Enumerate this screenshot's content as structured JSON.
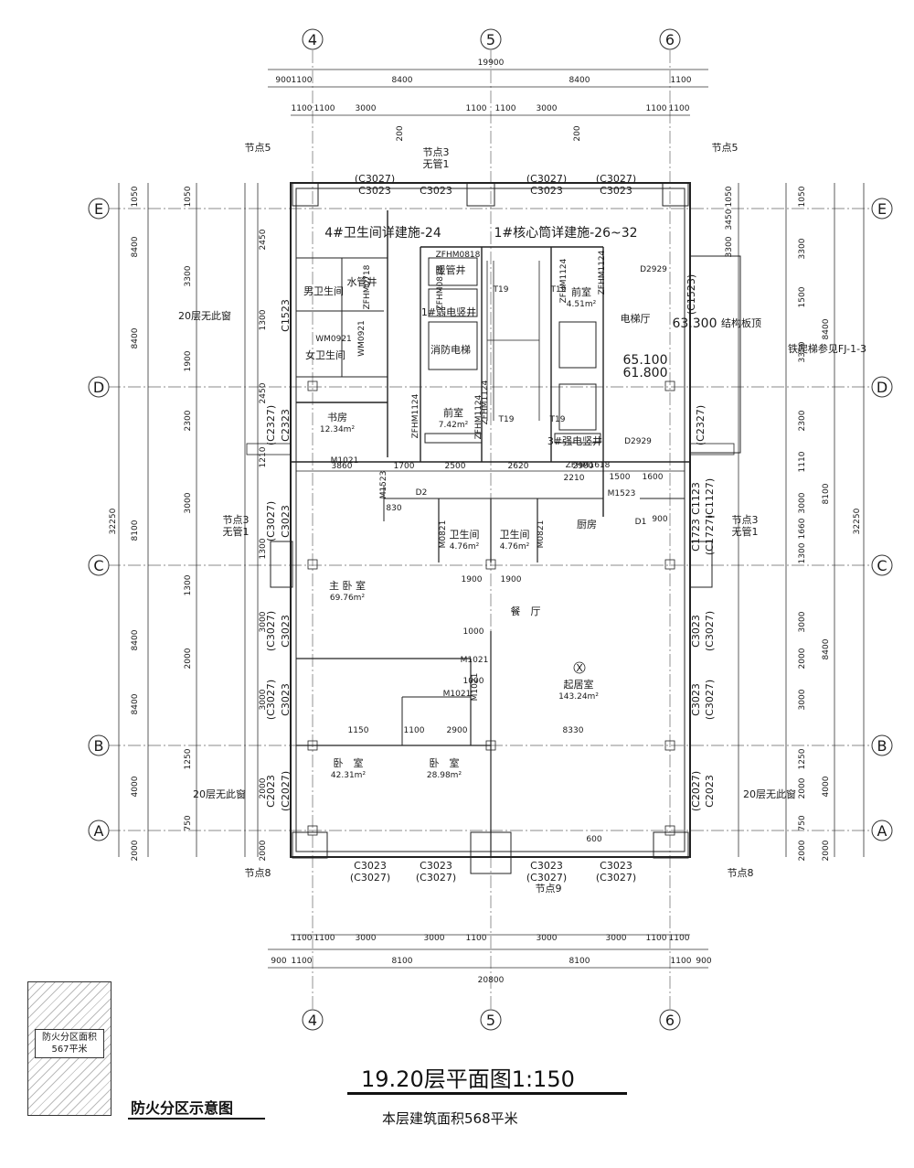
{
  "grid": {
    "cols": [
      "4",
      "5",
      "6"
    ],
    "rows": [
      "E",
      "D",
      "C",
      "B",
      "A"
    ]
  },
  "dims": {
    "top_total": "19900",
    "top_row1": [
      "900",
      "1100",
      "8400",
      "8400",
      "1100"
    ],
    "top_row2": [
      "1100",
      "1100",
      "3000",
      "1100",
      "1100",
      "3000",
      "1100",
      "1100"
    ],
    "top_small": [
      "200",
      "200"
    ],
    "bottom_total": "20800",
    "bottom_row1": [
      "900",
      "1100",
      "8100",
      "8100",
      "1100",
      "900"
    ],
    "bottom_row2": [
      "1100",
      "1100",
      "3000",
      "3000",
      "1100",
      "3000",
      "3000",
      "1100",
      "1100"
    ],
    "left_outer": [
      "1050",
      "8400",
      "8400",
      "8100",
      "8400",
      "8400",
      "4000",
      "2000"
    ],
    "left_total": "32250",
    "left_inner": [
      "1050",
      "2450",
      "3300",
      "1300",
      "1900",
      "2450",
      "2300",
      "1210",
      "3000",
      "1300",
      "1300",
      "3000",
      "2000",
      "3000",
      "1250",
      "2000",
      "750",
      "2000"
    ],
    "right_outer": [
      "1050",
      "3450",
      "3300",
      "8400",
      "8100",
      "8400",
      "4000",
      "2000"
    ],
    "right_total": "32250",
    "right_inner": [
      "1050",
      "3300",
      "1500",
      "3350",
      "2300",
      "1110",
      "3000",
      "1660",
      "1300",
      "3000",
      "2000",
      "3000",
      "1250",
      "2000",
      "750",
      "2000"
    ],
    "interior": [
      "3860",
      "1700",
      "2500",
      "2620",
      "2900",
      "2210",
      "1500",
      "1600",
      "1900",
      "1900",
      "1000",
      "1000",
      "1150",
      "1100",
      "2900",
      "8330",
      "830",
      "900",
      "600"
    ]
  },
  "notes": {
    "node5_left": "节点5",
    "node5_right": "节点5",
    "node3_top": "节点3",
    "node3_top_sub": "无管1",
    "node3_left": "节点3",
    "node3_left_sub": "无管1",
    "node3_right": "节点3",
    "node3_right_sub": "无管1",
    "node8_left": "节点8",
    "node8_right": "节点8",
    "node9": "节点9",
    "no_window_1": "20层无此窗",
    "no_window_2": "20层无此窗",
    "no_window_3": "20层无此窗",
    "wc_detail": "4#卫生间详建施-24",
    "core_detail": "1#核心筒详建施-26~32",
    "roof_note": "结构板顶",
    "roof_elev": "63.300",
    "ladder_note": "铁爬梯参见FJ-1-3",
    "elev_1": "65.100",
    "elev_2": "61.800"
  },
  "windows": {
    "top": [
      "(C3027)",
      "C3023",
      "C3023",
      "(C3027)",
      "C3023",
      "(C3027)",
      "C3023"
    ],
    "bottom": [
      "C3023",
      "(C3027)",
      "C3023",
      "(C3027)",
      "C3023",
      "(C3027)",
      "C3023",
      "(C3027)"
    ],
    "left": [
      "C1523",
      "(C2327)",
      "C2323",
      "(C3027)",
      "C3023",
      "(C3027)",
      "C3023",
      "(C3027)",
      "C3023",
      "C2023",
      "(C2027)"
    ],
    "right": [
      "(C1523)",
      "(C2327)",
      "C1123",
      "(C1127)",
      "C1723",
      "(C1727)",
      "C3023",
      "(C3027)",
      "C3023",
      "(C3027)",
      "(C2027)",
      "C2023"
    ]
  },
  "doors": [
    "ZFHM0818",
    "ZFHM0818",
    "ZFHM0718",
    "WM0921",
    "WM0921",
    "ZFHM1124",
    "ZFHM1124",
    "ZFHM1124",
    "ZFHM1124",
    "ZFHM1618",
    "M1021",
    "M1021",
    "M1021",
    "M1021",
    "M1523",
    "M1523",
    "D2",
    "D1",
    "D2929",
    "D2929",
    "M0821",
    "M0821",
    "ZFHM1124"
  ],
  "rooms": [
    {
      "name": "男卫生间",
      "area": ""
    },
    {
      "name": "水管井",
      "area": ""
    },
    {
      "name": "女卫生间",
      "area": ""
    },
    {
      "name": "暖管井",
      "area": ""
    },
    {
      "name": "1#弱电竖井",
      "area": ""
    },
    {
      "name": "消防电梯",
      "area": ""
    },
    {
      "name": "前室",
      "area": "4.51m²"
    },
    {
      "name": "电梯厅",
      "area": ""
    },
    {
      "name": "书房",
      "area": "12.34m²"
    },
    {
      "name": "前室",
      "area": "7.42m²"
    },
    {
      "name": "3#强电竖井",
      "area": ""
    },
    {
      "name": "卫生间",
      "area": "4.76m²"
    },
    {
      "name": "卫生间",
      "area": "4.76m²"
    },
    {
      "name": "厨房",
      "area": ""
    },
    {
      "name": "主 卧 室",
      "area": "69.76m²"
    },
    {
      "name": "餐　厅",
      "area": ""
    },
    {
      "name": "起居室",
      "area": "143.24m²"
    },
    {
      "name": "卧　室",
      "area": "42.31m²"
    },
    {
      "name": "卧　室",
      "area": "28.98m²"
    }
  ],
  "stair_marks": [
    "T19",
    "T19",
    "T19",
    "T19"
  ],
  "room_mark": "X",
  "fire_zone": {
    "label": "防火分区面积",
    "area": "567平米",
    "title": "防火分区示意图"
  },
  "title": {
    "main": "19.20层平面图1:150",
    "sub": "本层建筑面积568平米"
  }
}
